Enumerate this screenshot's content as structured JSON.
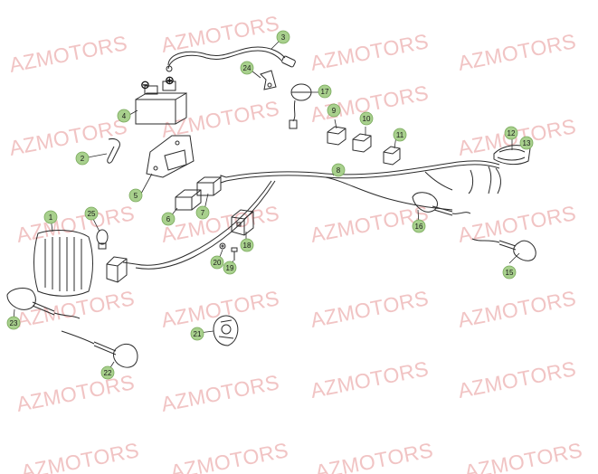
{
  "watermark": {
    "text": "AZMOTORS",
    "color": "#f1c4c4"
  },
  "colors": {
    "callout_fill": "#a8d08d",
    "callout_stroke": "#7aaa5c",
    "line": "#2b2b2b"
  },
  "battery": {
    "minus_symbol": "⊖",
    "plus_symbol": "⊕"
  },
  "callouts": [
    {
      "label": "1"
    },
    {
      "label": "2"
    },
    {
      "label": "3"
    },
    {
      "label": "4"
    },
    {
      "label": "5"
    },
    {
      "label": "6"
    },
    {
      "label": "7"
    },
    {
      "label": "8"
    },
    {
      "label": "9"
    },
    {
      "label": "10"
    },
    {
      "label": "11"
    },
    {
      "label": "12"
    },
    {
      "label": "13"
    },
    {
      "label": "15"
    },
    {
      "label": "16"
    },
    {
      "label": "17"
    },
    {
      "label": "18"
    },
    {
      "label": "19"
    },
    {
      "label": "20"
    },
    {
      "label": "21"
    },
    {
      "label": "22"
    },
    {
      "label": "23"
    },
    {
      "label": "24"
    },
    {
      "label": "25"
    }
  ]
}
